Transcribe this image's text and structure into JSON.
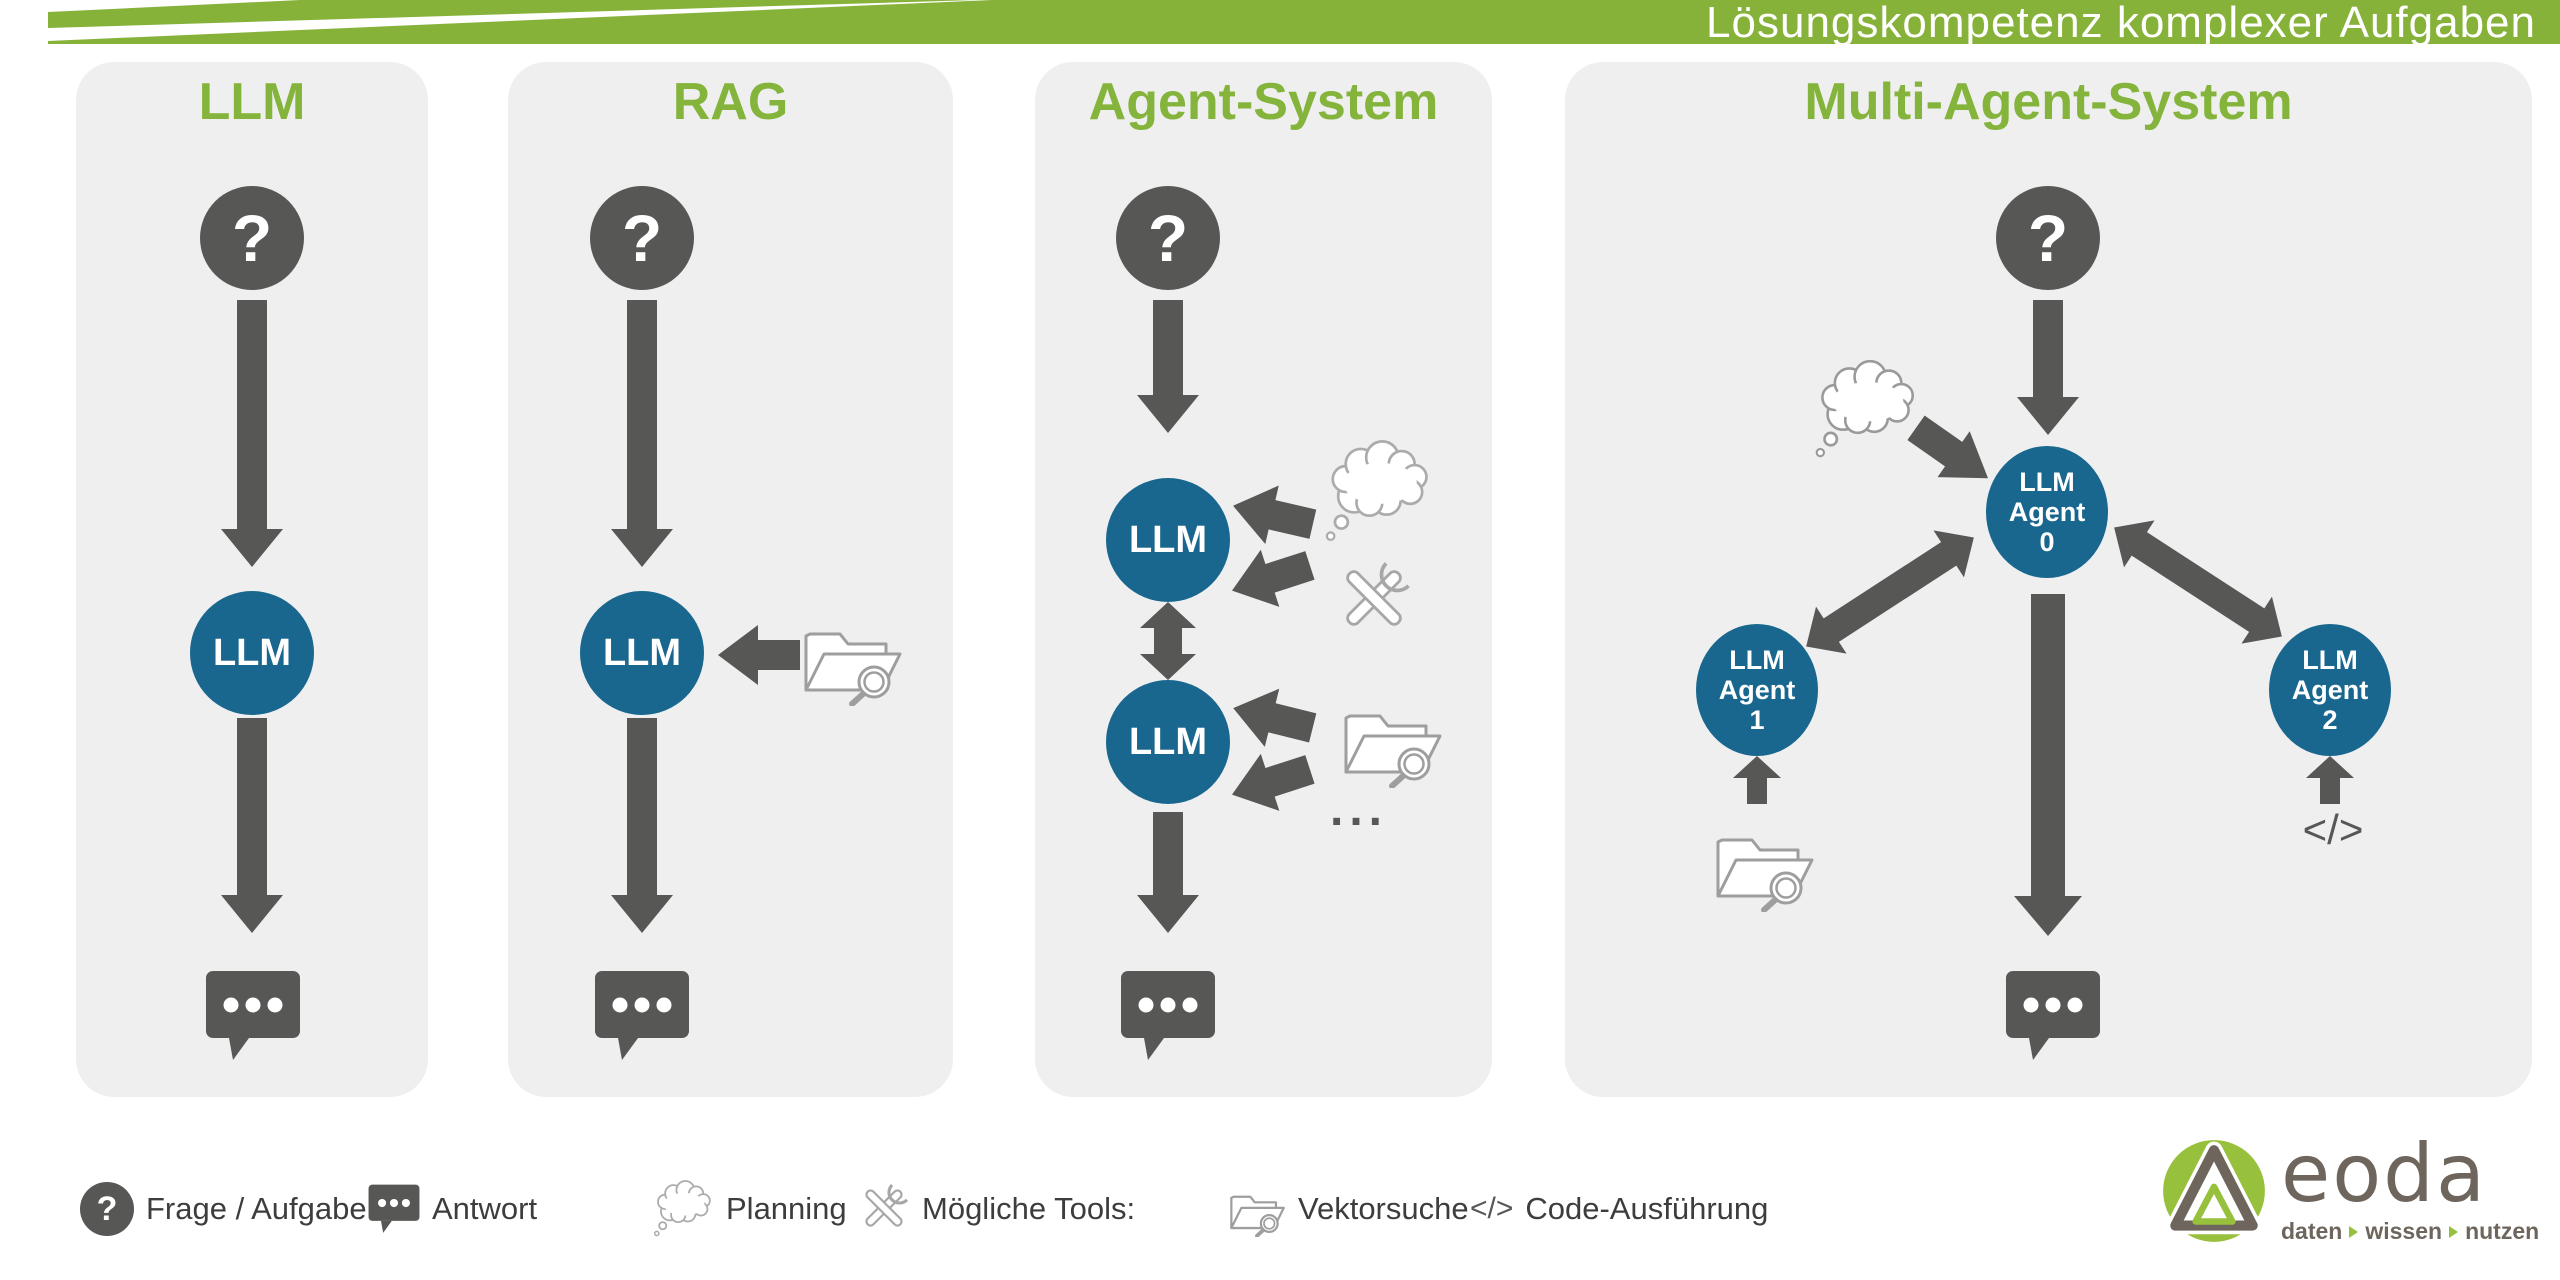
{
  "banner": {
    "title": "Lösungskompetenz komplexer Aufgaben",
    "bg_color": "#86b239",
    "text_color": "#ffffff"
  },
  "colors": {
    "accent_green": "#84b43c",
    "node_blue": "#19678f",
    "dark_gray": "#575756",
    "panel_bg": "#efefef",
    "outline_icon_gray": "#a7a7a7",
    "logo_text": "#6e655c",
    "logo_green": "#97c03c"
  },
  "glyphs": {
    "question": "?",
    "code": "</>",
    "ellipsis": "..."
  },
  "panels": [
    {
      "title": "LLM",
      "node": "LLM"
    },
    {
      "title": "RAG",
      "node": "LLM"
    },
    {
      "title": "Agent-System",
      "node_top": "LLM",
      "node_bottom": "LLM"
    },
    {
      "title": "Multi-Agent-System",
      "agents": [
        [
          "LLM",
          "Agent",
          "0"
        ],
        [
          "LLM",
          "Agent",
          "1"
        ],
        [
          "LLM",
          "Agent",
          "2"
        ]
      ]
    }
  ],
  "legend": {
    "items": [
      {
        "icon": "question-icon",
        "label": "Frage / Aufgabe"
      },
      {
        "icon": "answer-bubble-icon",
        "label": "Antwort"
      },
      {
        "icon": "planning-cloud-icon",
        "label": "Planning"
      },
      {
        "icon": "tools-icon",
        "label": "Mögliche Tools:"
      },
      {
        "icon": "vector-search-icon",
        "label": "Vektorsuche"
      },
      {
        "icon": "code-icon",
        "label": "Code-Ausführung"
      }
    ]
  },
  "logo": {
    "name": "eoda",
    "tagline": [
      "daten",
      "wissen",
      "nutzen"
    ]
  }
}
